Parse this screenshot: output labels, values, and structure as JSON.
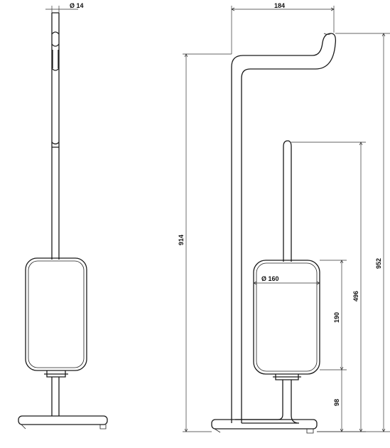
{
  "dimensions": {
    "pole_diameter": "Ø 14",
    "arm_width": "184",
    "total_height": "914",
    "overall_height": "952",
    "brush_height": "496",
    "container_diameter": "Ø 160",
    "container_height": "190",
    "base_clearance": "98"
  }
}
